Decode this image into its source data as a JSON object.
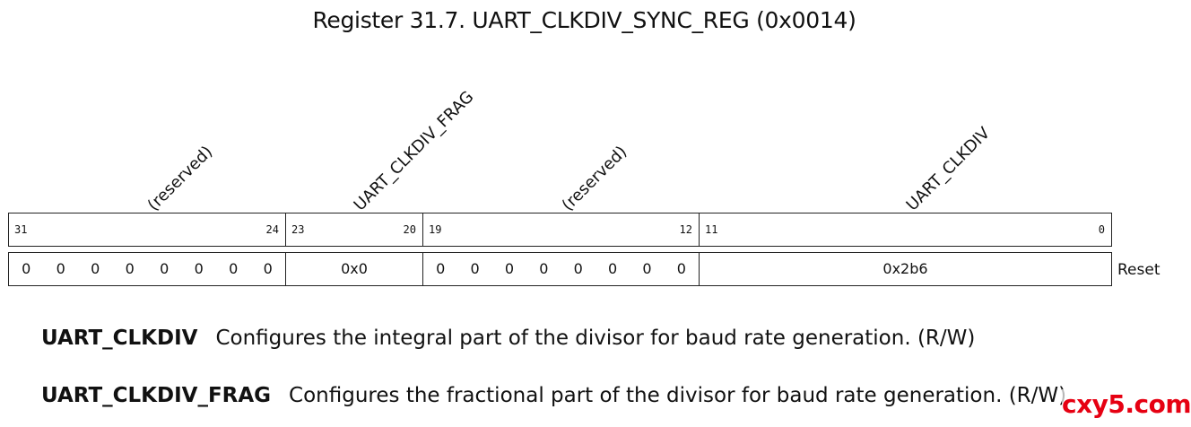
{
  "title": "Register 31.7. UART_CLKDIV_SYNC_REG (0x0014)",
  "fields": [
    {
      "name": "(reserved)",
      "bit_high": "31",
      "bit_low": "24",
      "reset_bits": [
        "0",
        "0",
        "0",
        "0",
        "0",
        "0",
        "0",
        "0"
      ]
    },
    {
      "name": "UART_CLKDIV_FRAG",
      "bit_high": "23",
      "bit_low": "20",
      "reset_value": "0x0"
    },
    {
      "name": "(reserved)",
      "bit_high": "19",
      "bit_low": "12",
      "reset_bits": [
        "0",
        "0",
        "0",
        "0",
        "0",
        "0",
        "0",
        "0"
      ]
    },
    {
      "name": "UART_CLKDIV",
      "bit_high": "11",
      "bit_low": "0",
      "reset_value": "0x2b6"
    }
  ],
  "reset_label": "Reset",
  "descriptions": [
    {
      "name": "UART_CLKDIV",
      "text": "Configures the integral part of the divisor for baud rate generation. (R/W)"
    },
    {
      "name": "UART_CLKDIV_FRAG",
      "text": "Configures the fractional part of the divisor for baud rate generation. (R/W)"
    }
  ],
  "watermark": "cxy5.com"
}
